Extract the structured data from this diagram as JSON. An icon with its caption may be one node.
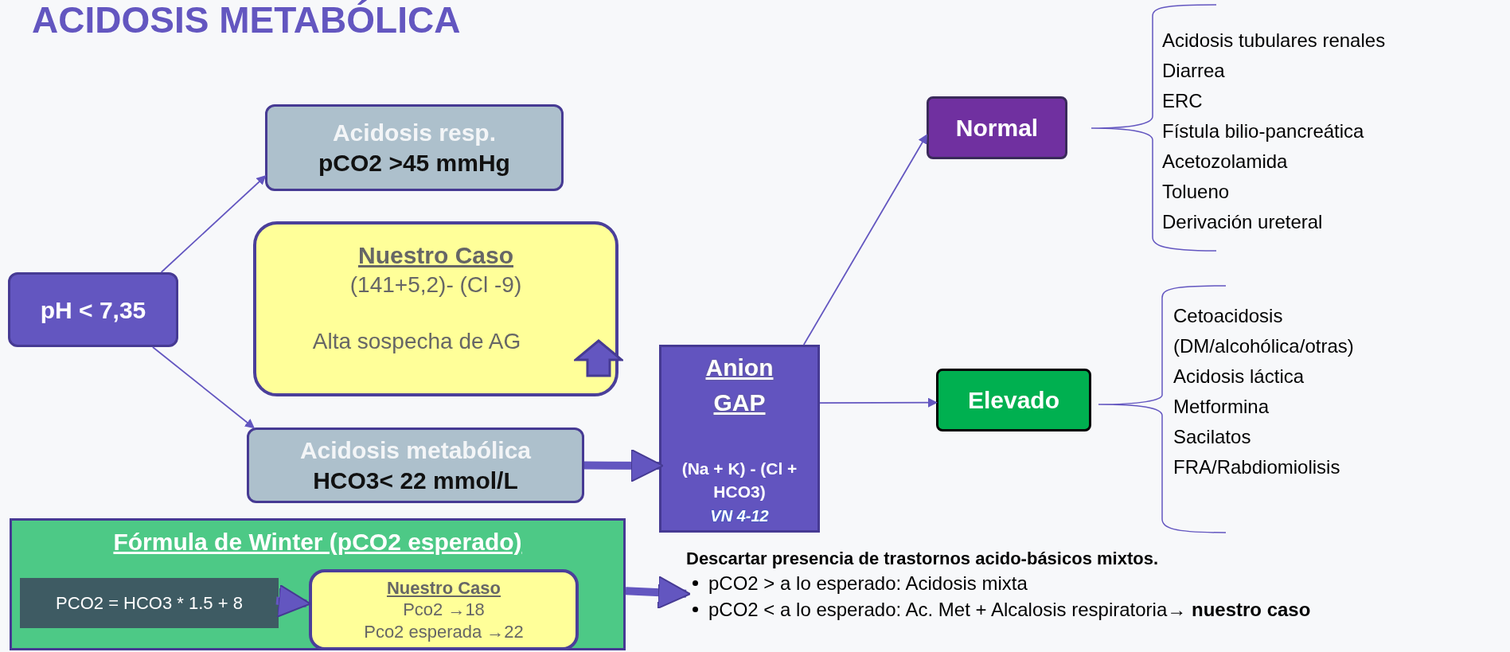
{
  "diagram": {
    "title": "ACIDOSIS METABÓLICA",
    "nodes": [
      {
        "text": [
          "pH < 7,35"
        ]
      },
      {
        "text": [
          "Acidosis resp.",
          "pCO2 >45 mmHg"
        ]
      },
      {
        "text": [
          "Nuestro Caso",
          "(141+5,2)- (Cl -9)",
          "Alta sospecha de AG"
        ]
      },
      {
        "text": [
          "Acidosis metabólica",
          "HCO3< 22 mmol/L"
        ]
      },
      {
        "text": [
          "Anion GAP",
          "(Na + K) - (Cl + HCO3)",
          "VN 4-12"
        ]
      },
      {
        "text": [
          "Normal"
        ]
      },
      {
        "text": [
          "Elevado"
        ]
      },
      {
        "text": [
          "Acidosis tubulares renales",
          "Diarrea",
          "ERC",
          "Fístula bilio-pancreática",
          "Acetozolamida",
          "Tolueno",
          "Derivación ureteral"
        ]
      },
      {
        "text": [
          "Cetoacidosis (DM/alcohólica/otras)",
          "Acidosis láctica",
          "Metformina",
          "Sacilatos",
          "FRA/Rabdiomiolisis"
        ]
      },
      {
        "text": [
          "Fórmula de Winter (pCO2 esperado)"
        ]
      },
      {
        "text": [
          "PCO2 = HCO3 * 1.5 + 8"
        ],
        "in": 9
      },
      {
        "text": [
          "Nuestro Caso",
          "Pco2 →18",
          "Pco2 esperada →22"
        ],
        "in": 9
      },
      {
        "text": [
          "Descartar presencia de trastornos acido-básicos mixtos.",
          "pCO2 > a lo esperado: Acidosis mixta",
          "pCO2 < a lo esperado: Ac. Met + Alcalosis respiratoria→ **nuestro caso**"
        ]
      }
    ],
    "edges": [
      {
        "from": 0,
        "to": 1,
        "arrow": "to"
      },
      {
        "from": 0,
        "to": 3,
        "arrow": "to"
      },
      {
        "from": 3,
        "to": 4,
        "arrow": "to",
        "style": "thick"
      },
      {
        "from": 4,
        "to": 5,
        "arrow": "to"
      },
      {
        "from": 4,
        "to": 6,
        "arrow": "to"
      },
      {
        "from": 10,
        "to": 11,
        "arrow": "to",
        "style": "thick"
      },
      {
        "from": 9,
        "to": 12,
        "arrow": "to",
        "style": "thick"
      }
    ]
  }
}
